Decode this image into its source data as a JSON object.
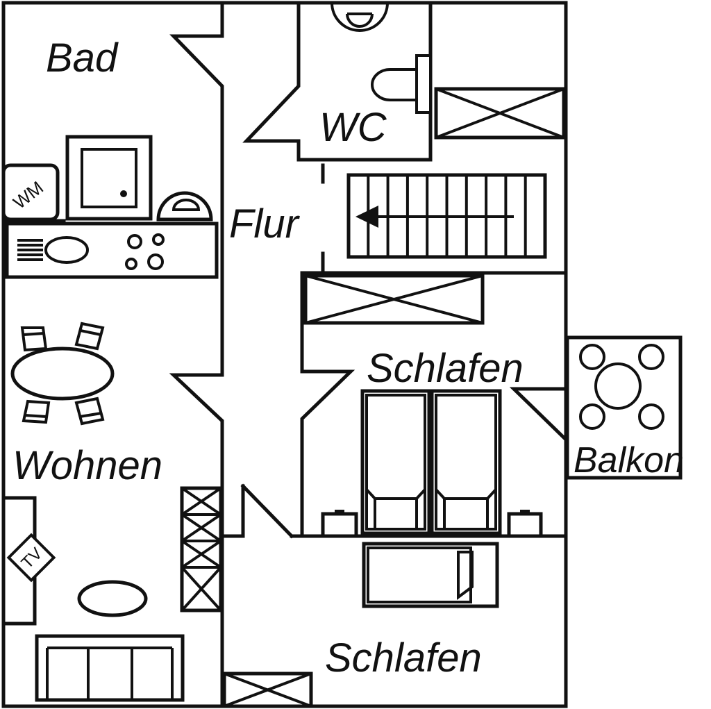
{
  "rooms": {
    "bad": "Bad",
    "wc": "WC",
    "flur": "Flur",
    "wohnen": "Wohnen",
    "schlafen_1": "Schlafen",
    "schlafen_2": "Schlafen",
    "balkon": "Balkon"
  },
  "appliances": {
    "washing_machine": "WM",
    "tv": "TV"
  },
  "colors": {
    "line": "#111111",
    "background": "#ffffff"
  }
}
